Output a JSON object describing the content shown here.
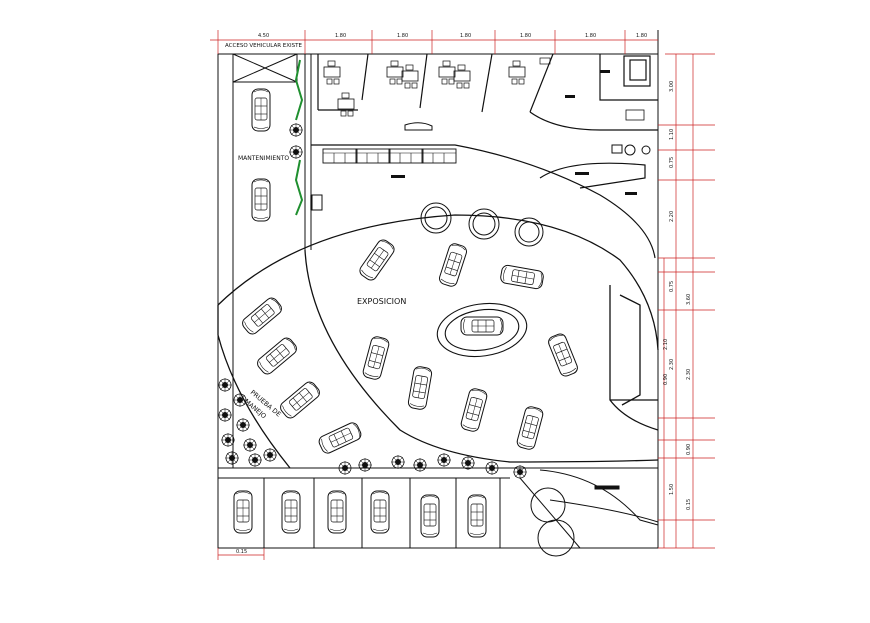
{
  "labels": {
    "access": "ACCESO VEHICULAR EXISTE",
    "maintenance": "MANTENIMIENTO",
    "exposition": "EXPOSICION",
    "test_drive_line1": "PRUEBA DE",
    "test_drive_line2": "MANEJO"
  },
  "dimensions": {
    "top": [
      "4.50",
      "1.80",
      "1.80",
      "1.80",
      "1.80",
      "1.80",
      "1.80"
    ],
    "right_outer": [
      "3.00",
      "1.10",
      "0.75",
      "2.20",
      "0.75",
      "2.30",
      "1.50",
      "3.60"
    ],
    "right_inner": [
      "2.10",
      "0.90",
      "2.30",
      "0.90",
      "0.15"
    ],
    "bottom_left": "0.15"
  },
  "colors": {
    "lines": "#111111",
    "dimension": "#cc2222",
    "vegetation": "#1f8f2f",
    "dim_text": "#22aa22"
  }
}
